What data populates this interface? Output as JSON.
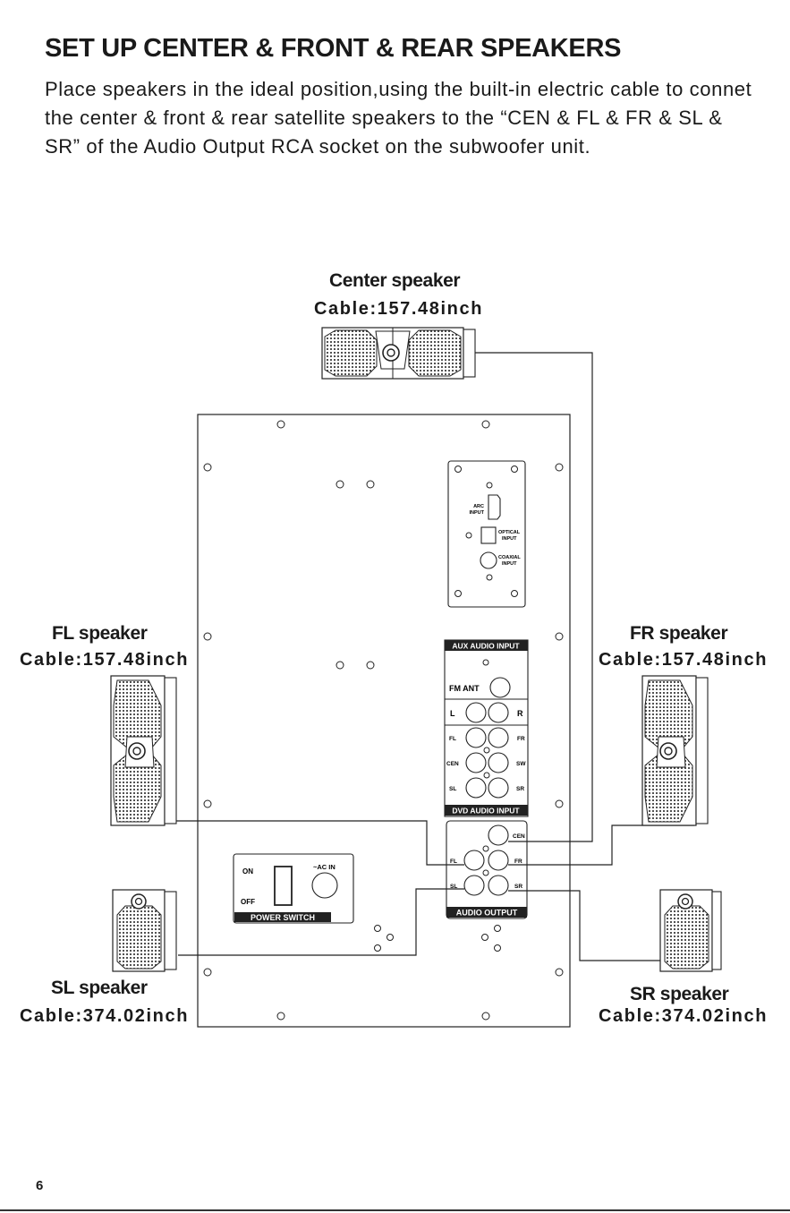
{
  "page": {
    "title": "SET UP CENTER & FRONT & REAR SPEAKERS",
    "intro": "Place speakers in the ideal position,using the built-in electric cable to connet the center & front & rear satellite speakers to the “CEN & FL & FR & SL & SR” of the Audio Output RCA socket on the subwoofer unit.",
    "page_number": "6"
  },
  "speakers": {
    "center": {
      "name": "Center speaker",
      "cable": "Cable:157.48inch"
    },
    "fl": {
      "name": "FL speaker",
      "cable": "Cable:157.48inch"
    },
    "fr": {
      "name": "FR speaker",
      "cable": "Cable:157.48inch"
    },
    "sl": {
      "name": "SL speaker",
      "cable": "Cable:374.02inch"
    },
    "sr": {
      "name": "SR speaker",
      "cable": "Cable:374.02inch"
    }
  },
  "panel": {
    "arc_input": [
      "ARC",
      "INPUT"
    ],
    "optical_input": [
      "OPTICAL",
      "INPUT"
    ],
    "coaxial_input": [
      "COAXIAL",
      "INPUT"
    ],
    "aux_audio_input": "AUX AUDIO INPUT",
    "fm_ant": "FM ANT",
    "aux_l": "L",
    "aux_r": "R",
    "dvd_fl": "FL",
    "dvd_fr": "FR",
    "dvd_cen": "CEN",
    "dvd_sw": "SW",
    "dvd_sl": "SL",
    "dvd_sr": "SR",
    "dvd_audio_input": "DVD AUDIO INPUT",
    "out_cen": "CEN",
    "out_fl": "FL",
    "out_fr": "FR",
    "out_sl": "SL",
    "out_sr": "SR",
    "audio_output": "AUDIO OUTPUT",
    "switch_on": "ON",
    "switch_off": "OFF",
    "ac_in": "~AC IN",
    "power_switch": "POWER SWITCH"
  }
}
